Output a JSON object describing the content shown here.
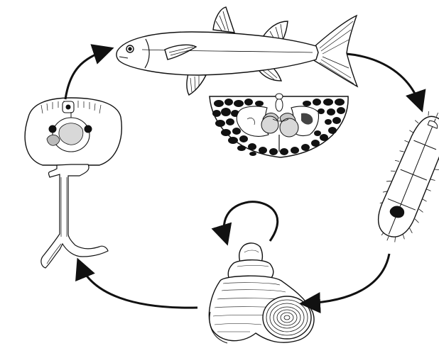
{
  "figure": {
    "kind": "parasite-life-cycle",
    "stages": [
      {
        "id": "fish-host",
        "icon": "fish-icon"
      },
      {
        "id": "cyst-cross-section",
        "icon": "cyst-section-icon"
      },
      {
        "id": "miracidium",
        "icon": "miracidium-icon"
      },
      {
        "id": "snail-host",
        "icon": "snail-icon"
      },
      {
        "id": "cercaria",
        "icon": "cercaria-icon"
      }
    ],
    "arrows": [
      "fish-to-miracidium",
      "miracidium-to-snail",
      "snail-self-loop",
      "snail-to-cercaria",
      "cercaria-to-fish"
    ],
    "colors": {
      "ink": "#111111",
      "paper": "#ffffff",
      "shade": "#c8c8c8"
    }
  }
}
